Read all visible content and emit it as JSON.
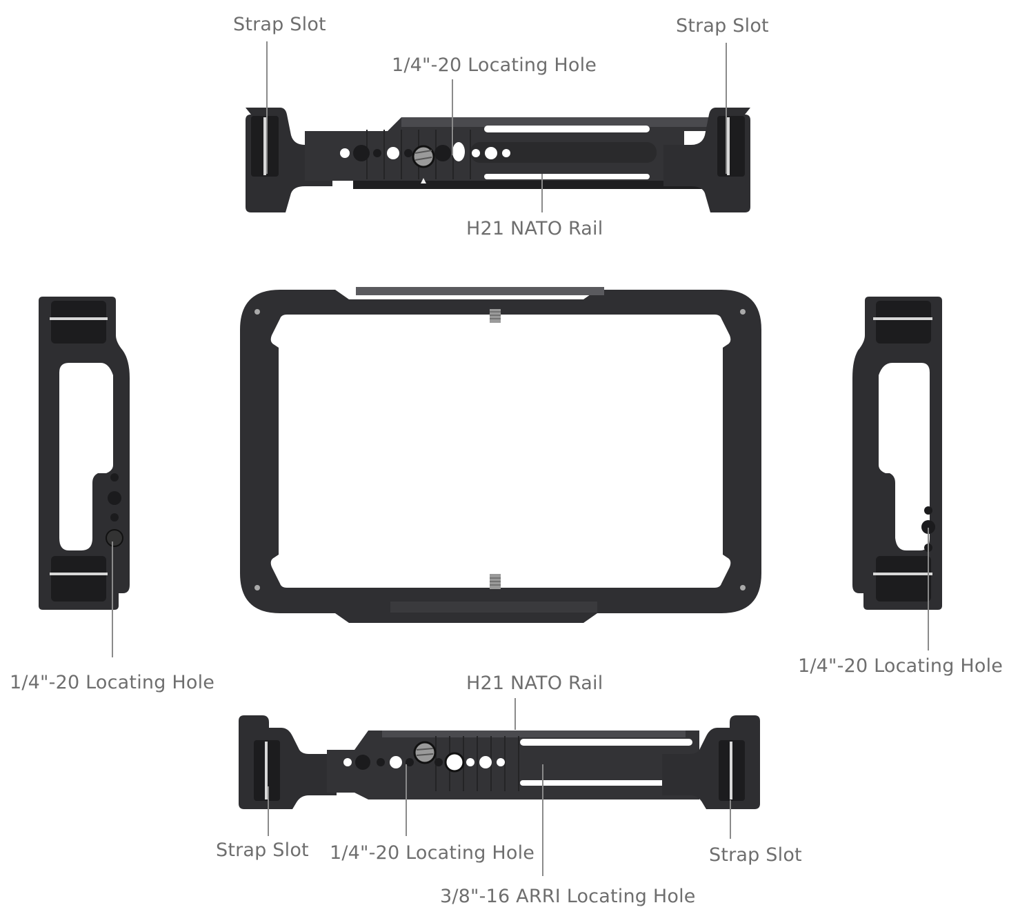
{
  "diagram": {
    "subject": "Monitor cage with top and bottom NATO rails and side strap-slot plates",
    "colors": {
      "metal_dark": "#2b2b2d",
      "metal_mid": "#3a3a3d",
      "metal_highlight": "#5a5a5e",
      "label_text": "#6e6e6e",
      "leader_line": "#8a8a8a",
      "background": "#ffffff"
    },
    "views": {
      "top_rail": {
        "labels": {
          "strap_slot_left": "Strap Slot",
          "strap_slot_right": "Strap Slot",
          "locating_hole": "1/4\"-20 Locating Hole",
          "nato_rail": "H21 NATO Rail"
        }
      },
      "left_side": {
        "labels": {
          "locating_hole": "1/4\"-20 Locating Hole"
        }
      },
      "right_side": {
        "labels": {
          "locating_hole": "1/4\"-20 Locating Hole"
        }
      },
      "front_cage": {
        "labels": {}
      },
      "bottom_rail": {
        "labels": {
          "nato_rail": "H21 NATO Rail",
          "strap_slot_left": "Strap Slot",
          "locating_hole": "1/4\"-20 Locating Hole",
          "arri_hole": "3/8\"-16 ARRI Locating Hole",
          "strap_slot_right": "Strap Slot"
        }
      }
    }
  }
}
